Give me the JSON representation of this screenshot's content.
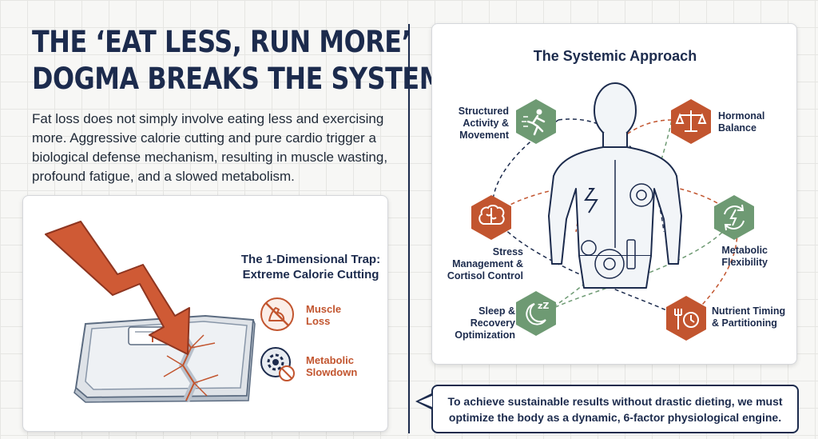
{
  "headline": {
    "line1": "THE ‘EAT LESS, RUN MORE’",
    "line2": "DOGMA BREAKS THE SYSTEM"
  },
  "intro": "Fat loss does not simply involve eating less and exercising more. Aggressive calorie cutting and pure cardio trigger a biological defense mechanism, resulting in muscle wasting, profound fatigue, and a slowed metabolism.",
  "trap": {
    "title_line1": "The 1-Dimensional Trap:",
    "title_line2": "Extreme Calorie Cutting",
    "items": [
      {
        "line1": "Muscle",
        "line2": "Loss",
        "icon": "muscle-loss-icon"
      },
      {
        "line1": "Metabolic",
        "line2": "Slowdown",
        "icon": "metabolic-slowdown-icon"
      }
    ]
  },
  "systemic": {
    "title": "The Systemic Approach",
    "factors": [
      {
        "lines": [
          "Structured",
          "Activity &",
          "Movement"
        ],
        "icon": "running-figure-icon",
        "color": "#6e9a73"
      },
      {
        "lines": [
          "Hormonal",
          "Balance"
        ],
        "icon": "balance-scale-icon",
        "color": "#c2552f"
      },
      {
        "lines": [
          "Stress",
          "Management &",
          "Cortisol Control"
        ],
        "icon": "brain-icon",
        "color": "#c2552f"
      },
      {
        "lines": [
          "Metabolic",
          "Flexibility"
        ],
        "icon": "cycle-bolt-icon",
        "color": "#6e9a73"
      },
      {
        "lines": [
          "Sleep &",
          "Recovery",
          "Optimization"
        ],
        "icon": "moon-zzz-icon",
        "color": "#6e9a73"
      },
      {
        "lines": [
          "Nutrient Timing",
          "& Partitioning"
        ],
        "icon": "fork-clock-icon",
        "color": "#c2552f"
      }
    ]
  },
  "callout": {
    "line1": "To achieve sustainable results without drastic dieting, we must",
    "line2": "optimize the body as a dynamic, 6-factor physiological engine."
  },
  "colors": {
    "navy": "#1c2b4d",
    "rust": "#c2552f",
    "sage": "#6e9a73"
  }
}
